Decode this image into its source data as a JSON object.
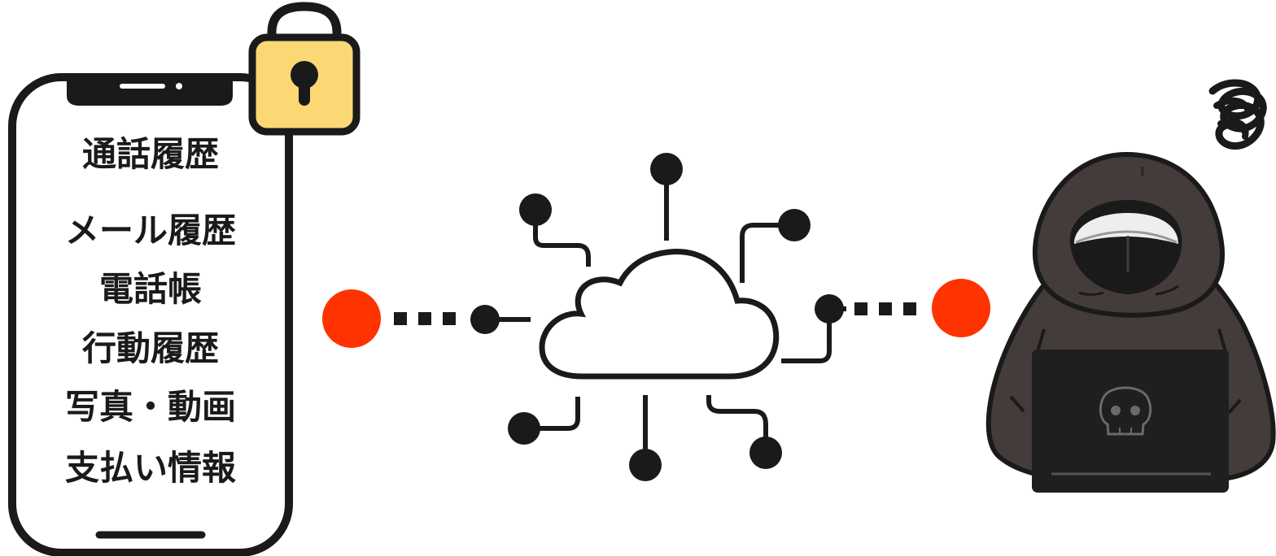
{
  "phone": {
    "data_items": [
      "通話履歴",
      "メール履歴",
      "電話帳",
      "行動履歴",
      "写真・動画",
      "支払い情報"
    ]
  },
  "icons": {
    "lock": "padlock-icon",
    "cloud": "cloud-network-icon",
    "hacker": "hooded-hacker-icon",
    "laptop_logo": "skull-icon",
    "confusion": "scribble-swirl-icon",
    "connection_dot": "red-dot-icon"
  },
  "colors": {
    "outline": "#1a1a1a",
    "lock_yellow": "#fcd875",
    "connection_red": "#ff3300",
    "hood": "#433c3a",
    "laptop": "#1f1f1f",
    "background": "#ffffff"
  }
}
